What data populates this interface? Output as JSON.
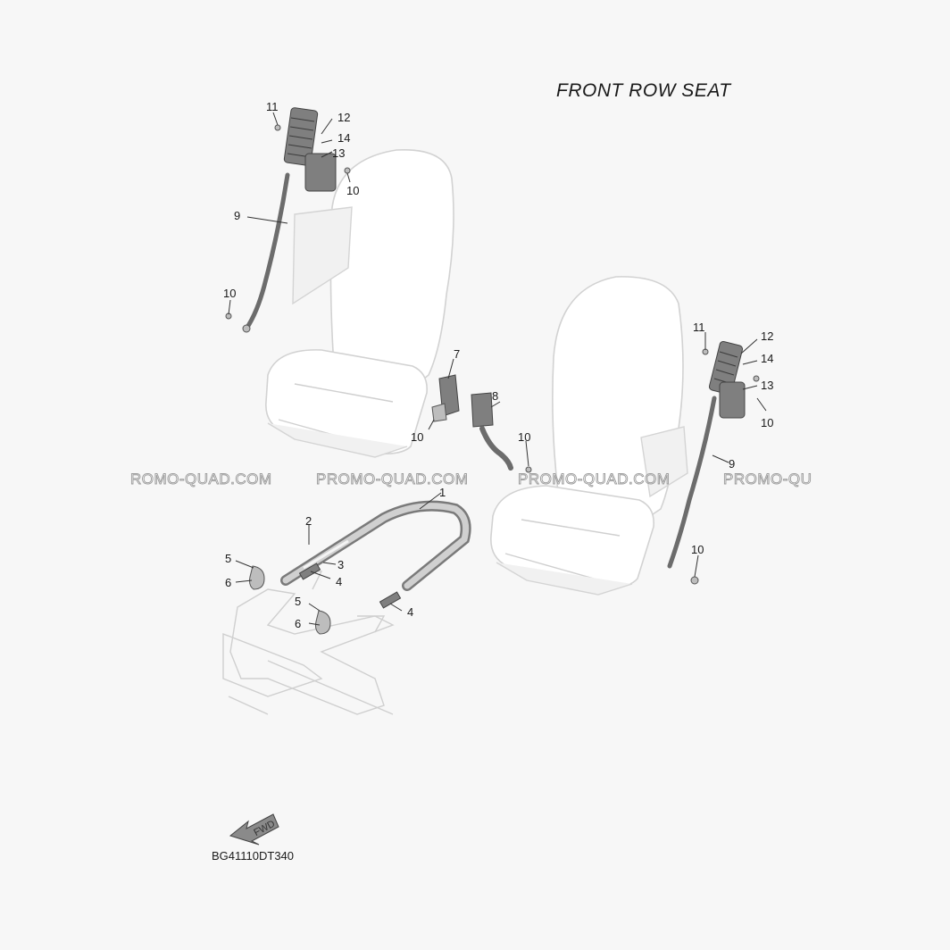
{
  "diagram": {
    "title": "FRONT ROW SEAT",
    "drawing_code": "BG41110DT340",
    "fwd_label": "FWD",
    "watermark_text": [
      "ROMO-QUAD.COM",
      "PROMO-QUAD.COM",
      "PROMO-QUAD.COM",
      "PROMO-QU"
    ],
    "callouts": {
      "left_belt": {
        "c11": "11",
        "c12": "12",
        "c14": "14",
        "c13": "13",
        "c10a": "10",
        "c9": "9",
        "c10b": "10"
      },
      "center": {
        "c7": "7",
        "c10a": "10",
        "c8": "8",
        "c10b": "10"
      },
      "right_belt": {
        "c11": "11",
        "c12": "12",
        "c14": "14",
        "c13": "13",
        "c10a": "10",
        "c9": "9",
        "c10b": "10"
      },
      "bracket": {
        "c1": "1",
        "c2": "2",
        "c3": "3",
        "c4a": "4",
        "c5a": "5",
        "c6a": "6",
        "c5b": "5",
        "c6b": "6",
        "c4b": "4"
      }
    }
  }
}
